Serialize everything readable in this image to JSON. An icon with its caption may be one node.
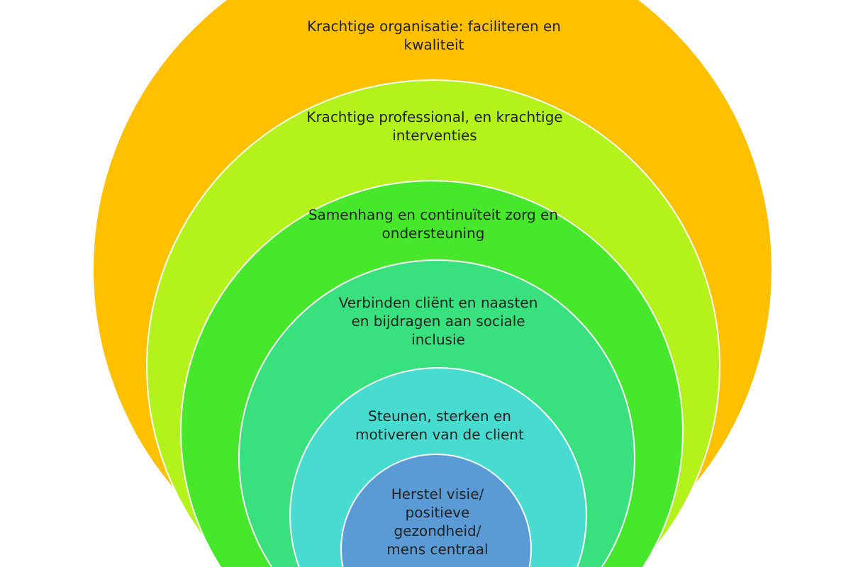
{
  "diagram": {
    "nodes": [
      {
        "text": [
          "Krachtige organisatie: faciliteren en kwaliteit"
        ]
      },
      {
        "text": [
          "Krachtige professional, en krachtige interventies"
        ],
        "in": 0
      },
      {
        "text": [
          "Samenhang en continuïteit zorg en ondersteuning"
        ],
        "in": 1
      },
      {
        "text": [
          "Verbinden cliënt en naasten en bijdragen aan sociale inclusie"
        ],
        "in": 2
      },
      {
        "text": [
          "Steunen, sterken en motiveren van de client"
        ],
        "in": 3
      },
      {
        "text": [
          "Herstel visie/ positieve gezondheid/ mens centraal"
        ],
        "in": 4
      }
    ]
  }
}
